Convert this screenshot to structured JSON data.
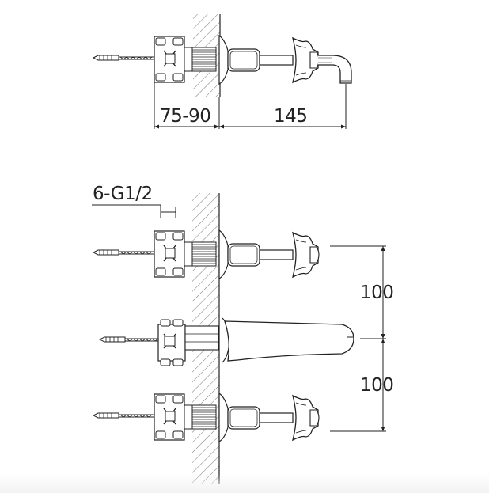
{
  "dimensions": {
    "top_projection": "75-90",
    "top_spout_reach": "145",
    "pipe_thread": "6-G1/2",
    "upper_spacing": "100",
    "lower_spacing": "100"
  },
  "colors": {
    "line": "#222222",
    "background": "#ffffff"
  }
}
